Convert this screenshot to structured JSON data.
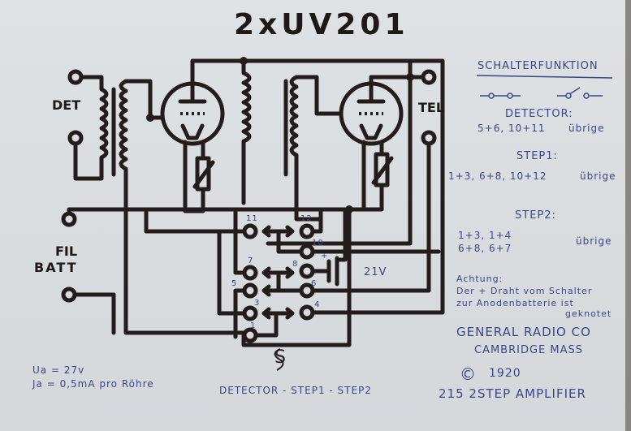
{
  "title": "2xUV201",
  "labels": {
    "det": "DET",
    "tel": "TEL",
    "fil": "FIL",
    "batt": "BATT",
    "voltage": "21V",
    "switch_symbol": "S",
    "plus": "+"
  },
  "switch_contacts": [
    "11",
    "12",
    "10",
    "7",
    "8",
    "5",
    "6",
    "3",
    "4",
    "1"
  ],
  "notes": {
    "ua": "Ua = 27v",
    "ia": "Ja = 0,5mA pro Röhre",
    "switch_positions": "DETECTOR - STEP1 - STEP2"
  },
  "legend": {
    "heading": "SCHALTERFUNKTION",
    "detector_title": "DETECTOR:",
    "detector_closed": "5+6, 10+11",
    "detector_other": "übrige",
    "step1_title": "STEP1:",
    "step1_closed": "1+3, 6+8, 10+12",
    "step1_other": "übrige",
    "step2_title": "STEP2:",
    "step2_closed_1": "1+3, 1+4",
    "step2_closed_2": "6+8, 6+7",
    "step2_other": "übrige",
    "attention_title": "Achtung:",
    "attention_1": "Der + Draht vom Schalter",
    "attention_2": "zur Anodenbatterie ist",
    "attention_3": "geknotet",
    "maker_1": "GENERAL RADIO CO",
    "maker_2": "CAMBRIDGE MASS",
    "copyright": "©",
    "year": "1920",
    "model": "215  2STEP AMPLIFIER"
  }
}
